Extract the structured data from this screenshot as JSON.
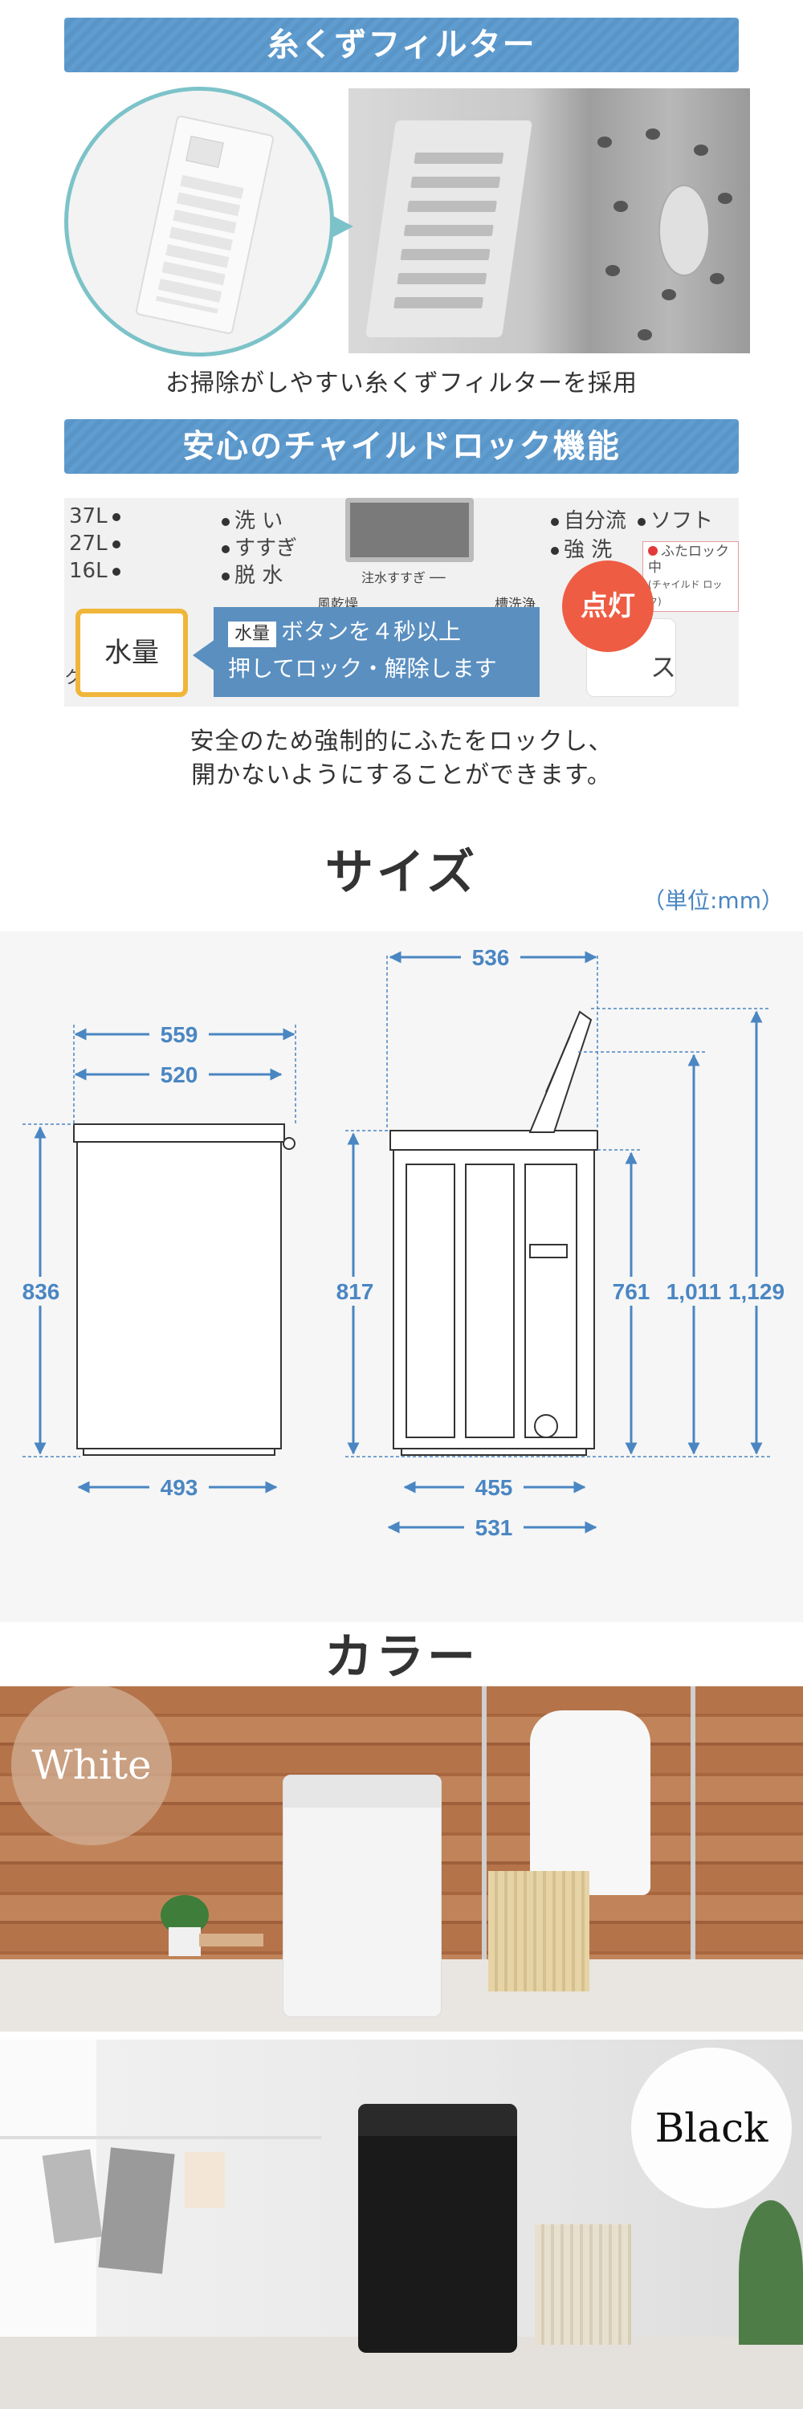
{
  "filter": {
    "title": "糸くずフィルター",
    "caption": "お掃除がしやすい糸くずフィルターを採用"
  },
  "child_lock": {
    "title": "安心のチャイルドロック機能",
    "panel": {
      "water_levels": [
        "37L",
        "27L",
        "16L"
      ],
      "modes": [
        "洗 い",
        "すすぎ",
        "脱 水"
      ],
      "screen_label": "注水すすぎ",
      "sub_labels": [
        "風乾燥",
        "槽洗浄"
      ],
      "right_items": [
        "自分流",
        "ソフト",
        "強 洗"
      ],
      "lock_indicator": "ふたロック中",
      "lock_indicator_sub": "(チャイルド ロック)",
      "edge_left": "ク",
      "edge_right": "ス"
    },
    "key_label": "水量",
    "tooltip_tag": "水量",
    "tooltip_line1": "ボタンを４秒以上",
    "tooltip_line2": "押してロック・解除します",
    "lamp_label": "点灯",
    "caption_line1": "安全のため強制的にふたをロックし、",
    "caption_line2": "開かないようにすることができます。"
  },
  "size": {
    "title": "サイズ",
    "unit": "（単位:mm）",
    "front": {
      "width_outer": "559",
      "width_body": "520",
      "width_base": "493",
      "height": "836"
    },
    "side": {
      "depth_top": "536",
      "depth_body": "531",
      "depth_base": "455",
      "height": "817",
      "height_body": "761",
      "height_lid_mid": "1,011",
      "height_lid_open": "1,129"
    },
    "colors": {
      "accent": "#4a86c2"
    }
  },
  "color": {
    "title": "カラー",
    "variants": [
      {
        "label": "White",
        "color": "#f4f4f4"
      },
      {
        "label": "Black",
        "color": "#1a1a1a"
      }
    ]
  }
}
